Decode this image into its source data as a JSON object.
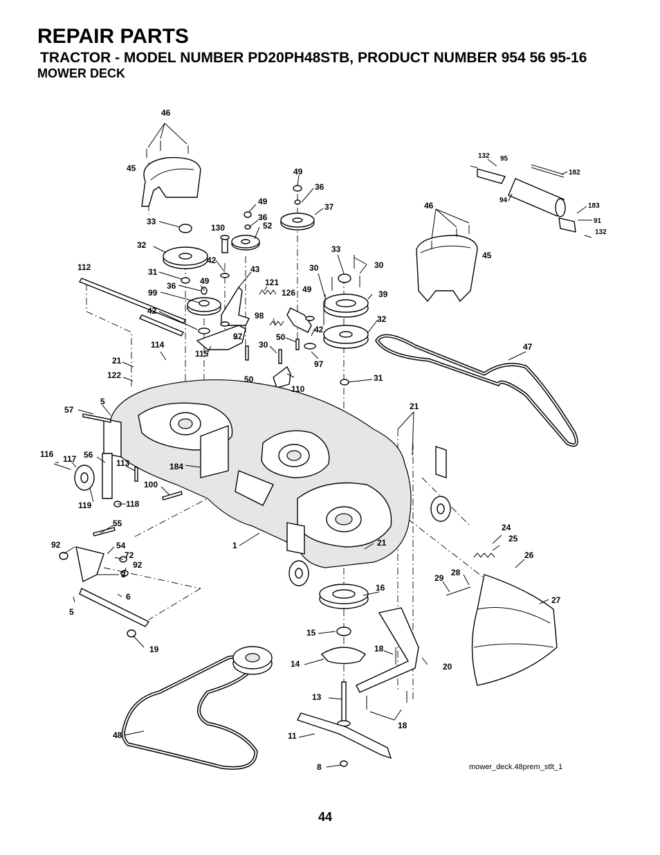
{
  "header": {
    "title": "REPAIR PARTS",
    "subtitle": "TRACTOR - MODEL NUMBER PD20PH48STB, PRODUCT NUMBER 954 56 95-16",
    "section": "MOWER DECK"
  },
  "footer": {
    "page_number": "44",
    "file_reference": "mower_deck.48prem_stlt_1"
  },
  "callouts": [
    "46",
    "45",
    "33",
    "32",
    "31",
    "36",
    "99",
    "42",
    "112",
    "130",
    "42",
    "49",
    "49",
    "36",
    "52",
    "43",
    "121",
    "98",
    "97",
    "115",
    "114",
    "21",
    "122",
    "50",
    "126",
    "49",
    "36",
    "37",
    "33",
    "30",
    "30",
    "49",
    "39",
    "32",
    "42",
    "50",
    "30",
    "97",
    "110",
    "31",
    "47",
    "46",
    "45",
    "132",
    "95",
    "182",
    "94",
    "183",
    "91",
    "132",
    "57",
    "5",
    "116",
    "117",
    "56",
    "113",
    "184",
    "100",
    "118",
    "119",
    "55",
    "92",
    "54",
    "72",
    "92",
    "3",
    "6",
    "5",
    "19",
    "1",
    "21",
    "21",
    "24",
    "25",
    "26",
    "28",
    "29",
    "27",
    "16",
    "15",
    "14",
    "18",
    "20",
    "13",
    "18",
    "11",
    "8",
    "48"
  ]
}
